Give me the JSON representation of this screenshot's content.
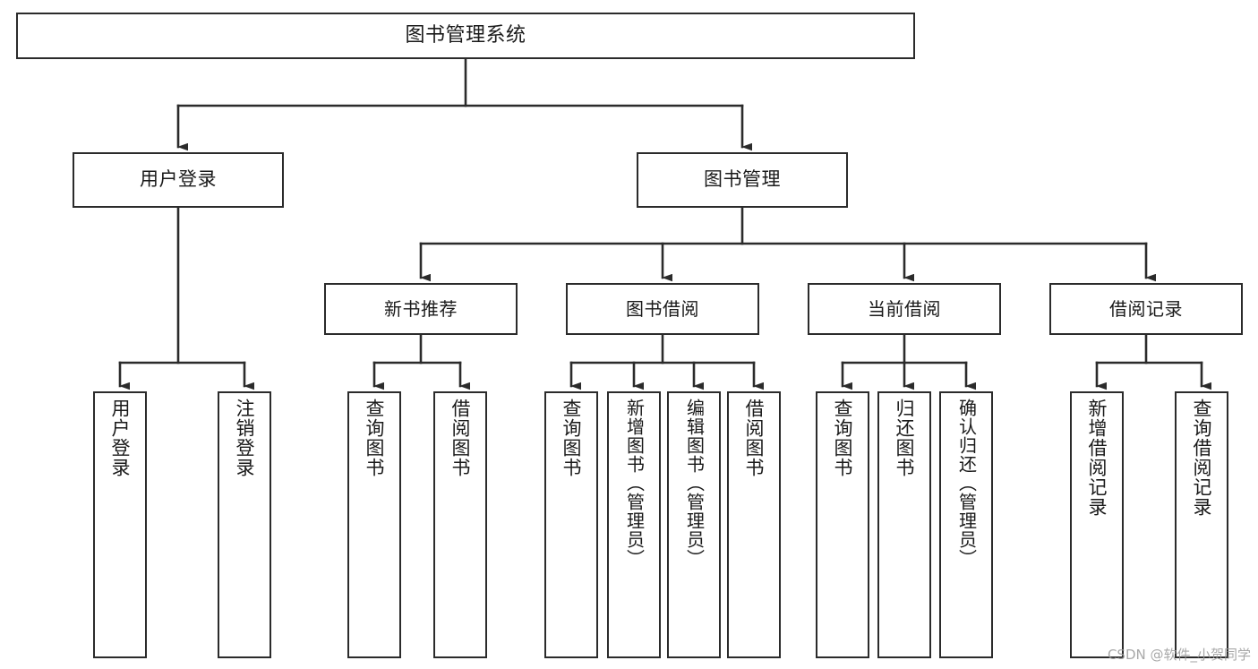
{
  "diagram": {
    "title": "图书管理系统",
    "type": "tree",
    "root": {
      "label": "图书管理系统"
    },
    "level2": [
      {
        "label": "用户登录"
      },
      {
        "label": "图书管理"
      }
    ],
    "level3": [
      {
        "label": "新书推荐"
      },
      {
        "label": "图书借阅"
      },
      {
        "label": "当前借阅"
      },
      {
        "label": "借阅记录"
      }
    ],
    "leaves": {
      "user_login": [
        {
          "label": "用户登录"
        },
        {
          "label": "注销登录"
        }
      ],
      "new_book": [
        {
          "label": "查询图书"
        },
        {
          "label": "借阅图书"
        }
      ],
      "book_borrow": [
        {
          "label": "查询图书"
        },
        {
          "label": "新增图书（管理员）"
        },
        {
          "label": "编辑图书（管理员）"
        },
        {
          "label": "借阅图书"
        }
      ],
      "current_borrow": [
        {
          "label": "查询图书"
        },
        {
          "label": "归还图书"
        },
        {
          "label": "确认归还（管理员）"
        }
      ],
      "borrow_record": [
        {
          "label": "新增借阅记录"
        },
        {
          "label": "查询借阅记录"
        }
      ]
    }
  },
  "watermark": {
    "text": "CSDN @软件_小贺同学"
  },
  "colors": {
    "border": "#2b2b2b",
    "background": "#ffffff",
    "text": "#1a1a1a",
    "watermark": "#9a9a9a"
  }
}
